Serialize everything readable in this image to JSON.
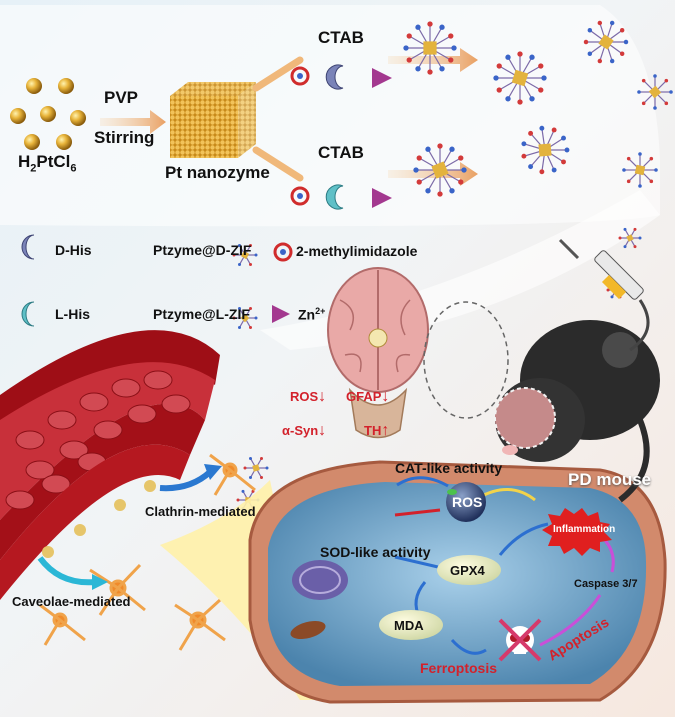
{
  "synthesis": {
    "precursor": "H",
    "precursor_sub1": "2",
    "precursor_mid": "PtCl",
    "precursor_sub2": "6",
    "step1_line1": "PVP",
    "step1_line2": "Stirring",
    "nanozyme_label": "Pt nanozyme",
    "ctab_top": "CTAB",
    "ctab_bottom": "CTAB"
  },
  "legend": {
    "d_his": "D-His",
    "l_his": "L-His",
    "ptzyme_d_zif": "Ptzyme@D-ZIF",
    "ptzyme_l_zif": "Ptzyme@L-ZIF",
    "methylimidazole": "2-methylimidazole",
    "zinc": "Zn",
    "zinc_sup": "2+"
  },
  "markers": {
    "ros": "ROS",
    "gfap": "GFAP",
    "asyn": "α-Syn",
    "th": "TH",
    "down_arrow": "↓",
    "up_arrow": "↑"
  },
  "mouse": {
    "label": "PD mouse"
  },
  "transport": {
    "clathrin": "Clathrin-mediated",
    "caveolae": "Caveolae-mediated"
  },
  "cell": {
    "cat_activity": "CAT-like activity",
    "sod_activity": "SOD-like activity",
    "ros_node": "ROS",
    "inflammation": "Inflammation",
    "gpx4": "GPX4",
    "caspase": "Caspase 3/7",
    "mda": "MDA",
    "ferroptosis": "Ferroptosis",
    "apoptosis": "Apoptosis"
  },
  "colors": {
    "red_text": "#d3212b",
    "gold": "#e0a82e",
    "vessel": "#b5121b",
    "cell_fill": "#5f97bf"
  }
}
